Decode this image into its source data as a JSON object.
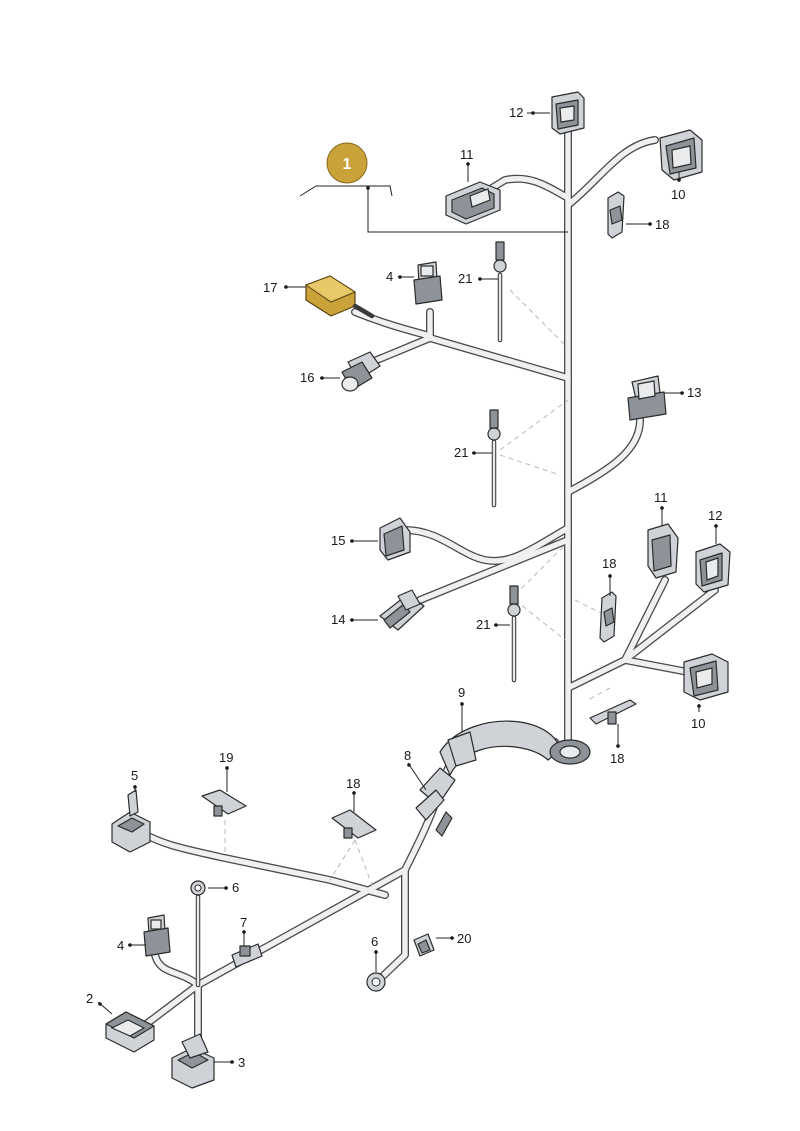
{
  "highlight_color": "#c9a23a",
  "badge": {
    "text": "1"
  },
  "labels": [
    {
      "id": "l12a",
      "text": "12"
    },
    {
      "id": "l11a",
      "text": "11"
    },
    {
      "id": "l10a",
      "text": "10"
    },
    {
      "id": "l18a",
      "text": "18"
    },
    {
      "id": "l4a",
      "text": "4"
    },
    {
      "id": "l21a",
      "text": "21"
    },
    {
      "id": "l17",
      "text": "17"
    },
    {
      "id": "l16",
      "text": "16"
    },
    {
      "id": "l13",
      "text": "13"
    },
    {
      "id": "l21b",
      "text": "21"
    },
    {
      "id": "l11b",
      "text": "11"
    },
    {
      "id": "l12b",
      "text": "12"
    },
    {
      "id": "l15",
      "text": "15"
    },
    {
      "id": "l18b",
      "text": "18"
    },
    {
      "id": "l14",
      "text": "14"
    },
    {
      "id": "l21c",
      "text": "21"
    },
    {
      "id": "l10b",
      "text": "10"
    },
    {
      "id": "l9",
      "text": "9"
    },
    {
      "id": "l18c",
      "text": "18"
    },
    {
      "id": "l8",
      "text": "8"
    },
    {
      "id": "l5",
      "text": "5"
    },
    {
      "id": "l19",
      "text": "19"
    },
    {
      "id": "l18d",
      "text": "18"
    },
    {
      "id": "l6a",
      "text": "6"
    },
    {
      "id": "l7",
      "text": "7"
    },
    {
      "id": "l4b",
      "text": "4"
    },
    {
      "id": "l6b",
      "text": "6"
    },
    {
      "id": "l20",
      "text": "20"
    },
    {
      "id": "l2",
      "text": "2"
    },
    {
      "id": "l3",
      "text": "3"
    }
  ]
}
